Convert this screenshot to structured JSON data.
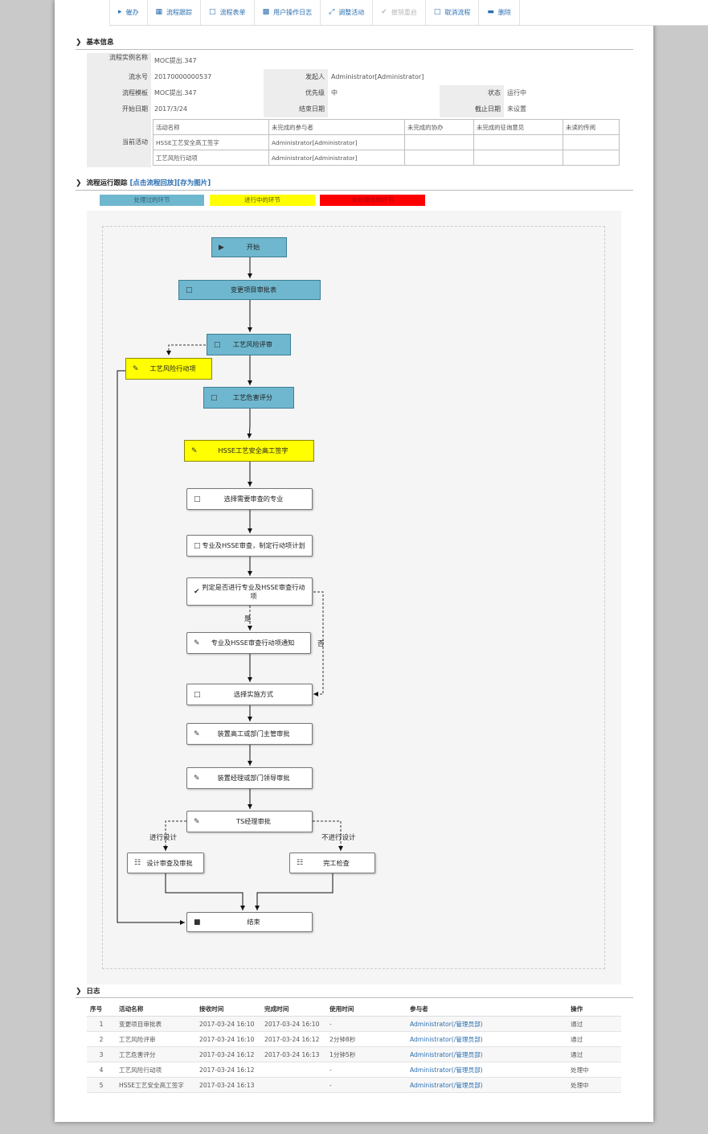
{
  "toolbar": {
    "buttons": [
      {
        "label": "催办",
        "icon": "megaphone-icon",
        "enabled": true
      },
      {
        "label": "流程跟踪",
        "icon": "grid-icon",
        "enabled": true
      },
      {
        "label": "流程表单",
        "icon": "document-icon",
        "enabled": true
      },
      {
        "label": "用户操作日志",
        "icon": "calendar-icon",
        "enabled": true
      },
      {
        "label": "调整活动",
        "icon": "expand-icon",
        "enabled": true
      },
      {
        "label": "撤销重启",
        "icon": "check-icon",
        "enabled": false
      },
      {
        "label": "取消流程",
        "icon": "square-icon",
        "enabled": true
      },
      {
        "label": "删除",
        "icon": "minus-icon",
        "enabled": true
      }
    ]
  },
  "basic": {
    "title": "基本信息",
    "instance_name_label": "流程实例名称",
    "instance_name": "MOC提出.347",
    "serial_label": "流水号",
    "serial": "20170000000537",
    "initiator_label": "发起人",
    "initiator": "Administrator[Administrator]",
    "template_label": "流程模板",
    "template": "MOC提出.347",
    "priority_label": "优先级",
    "priority": "中",
    "status_label": "状态",
    "status": "运行中",
    "start_label": "开始日期",
    "start": "2017/3/24",
    "end_label": "结束日期",
    "end": "",
    "deadline_label": "截止日期",
    "deadline": "未设置",
    "current_label": "当前活动",
    "current_headers": [
      "活动名称",
      "未完成的参与者",
      "未完成的协办",
      "未完成的征询意见",
      "未读的传阅"
    ],
    "current_rows": [
      [
        "HSSE工艺安全高工签字",
        "Administrator[Administrator]",
        "",
        "",
        ""
      ],
      [
        "工艺风险行动项",
        "Administrator[Administrator]",
        "",
        "",
        ""
      ]
    ]
  },
  "tracking": {
    "title": "流程运行跟踪",
    "link_replay": "[点击流程回放]",
    "link_save": "[存为图片]",
    "legend": [
      {
        "label": "处理过的环节",
        "color": "#6fb7cf",
        "text_color": "#2b5f70"
      },
      {
        "label": "进行中的环节",
        "color": "#ffff00",
        "text_color": "#555500"
      },
      {
        "label": "未处理过的环节",
        "color": "#ff0000",
        "text_color": "#b00000"
      }
    ]
  },
  "flow": {
    "start": "开始",
    "n1": "变更项目审批表",
    "n2": "工艺风险评审",
    "n3": "工艺风险行动项",
    "n4": "工艺危害评分",
    "n5": "HSSE工艺安全高工签字",
    "n6": "选择需要审查的专业",
    "n7": "专业及HSSE审查，制定行动项计划",
    "n8": "判定是否进行专业及HSSE审查行动项",
    "n9": "专业及HSSE审查行动项通知",
    "n10": "选择实施方式",
    "n11": "装置高工或部门主管审批",
    "n12": "装置经理或部门领导审批",
    "n13": "TS经理审批",
    "n14": "设计审查及审批",
    "n15": "完工检查",
    "end": "结束",
    "yes": "是",
    "no": "否",
    "design": "进行设计",
    "nodesign": "不进行设计"
  },
  "log": {
    "title": "日志",
    "headers": [
      "序号",
      "活动名称",
      "接收时间",
      "完成时间",
      "使用时间",
      "参与者",
      "操作"
    ],
    "rows": [
      [
        "1",
        "变更项目审批表",
        "2017-03-24 16:10",
        "2017-03-24 16:10",
        "-",
        "Administrator(/管理员部)",
        "通过"
      ],
      [
        "2",
        "工艺风险评审",
        "2017-03-24 16:10",
        "2017-03-24 16:12",
        "2分钟8秒",
        "Administrator(/管理员部)",
        "通过"
      ],
      [
        "3",
        "工艺危害评分",
        "2017-03-24 16:12",
        "2017-03-24 16:13",
        "1分钟5秒",
        "Administrator(/管理员部)",
        "通过"
      ],
      [
        "4",
        "工艺风险行动项",
        "2017-03-24 16:12",
        "",
        "-",
        "Administrator(/管理员部)",
        "处理中"
      ],
      [
        "5",
        "HSSE工艺安全高工签字",
        "2017-03-24 16:13",
        "",
        "-",
        "Administrator(/管理员部)",
        "处理中"
      ]
    ]
  }
}
